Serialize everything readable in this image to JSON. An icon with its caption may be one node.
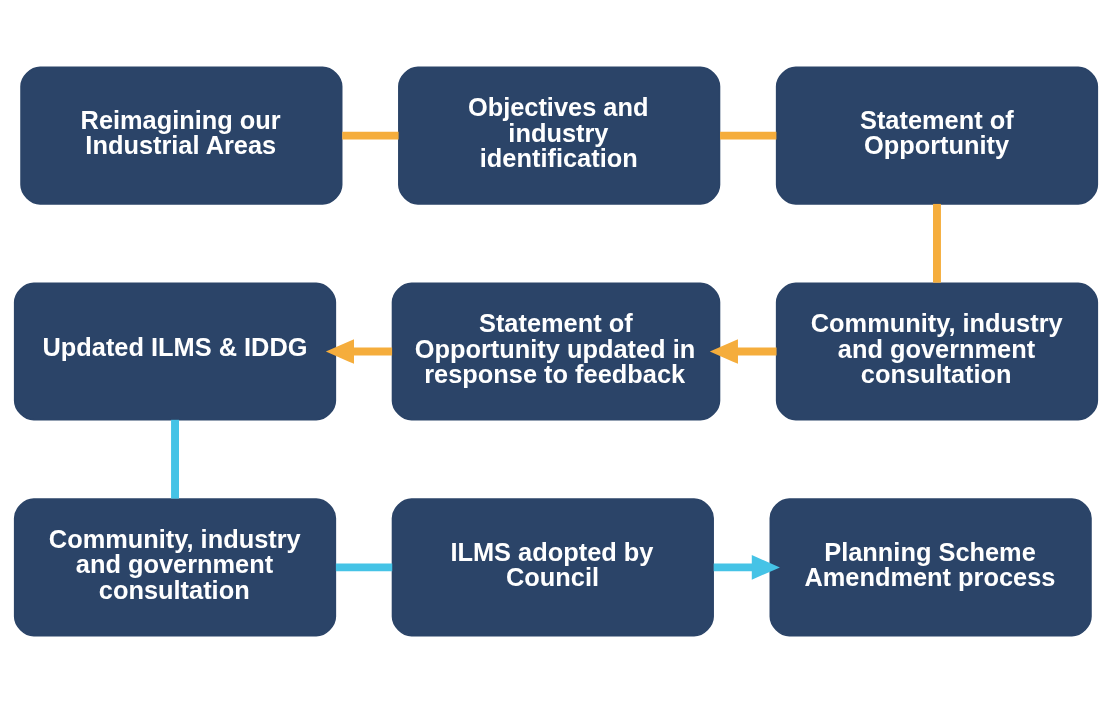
{
  "diagram": {
    "nodes": [
      {
        "text": [
          "Reimagining our Industrial Areas"
        ]
      },
      {
        "text": [
          "Objectives and industry identification"
        ]
      },
      {
        "text": [
          "Statement of Opportunity"
        ]
      },
      {
        "text": [
          "Updated ILMS & IDDG"
        ]
      },
      {
        "text": [
          "Statement of Opportunity updated in response to feedback"
        ]
      },
      {
        "text": [
          "Community, industry and government consultation"
        ]
      },
      {
        "text": [
          "Community, industry and government consultation"
        ]
      },
      {
        "text": [
          "ILMS adopted by Council"
        ]
      },
      {
        "text": [
          "Planning Scheme Amendment process"
        ]
      }
    ],
    "edges": [
      {
        "from": 0,
        "to": 1,
        "arrow": "none",
        "color": "#f5ad3c"
      },
      {
        "from": 1,
        "to": 2,
        "arrow": "none",
        "color": "#f5ad3c"
      },
      {
        "from": 2,
        "to": 5,
        "arrow": "none",
        "color": "#f5ad3c"
      },
      {
        "from": 5,
        "to": 4,
        "arrow": "to",
        "color": "#f5ad3c"
      },
      {
        "from": 4,
        "to": 3,
        "arrow": "to",
        "color": "#f5ad3c"
      },
      {
        "from": 3,
        "to": 6,
        "arrow": "none",
        "color": "#45c3e6"
      },
      {
        "from": 6,
        "to": 7,
        "arrow": "none",
        "color": "#45c3e6"
      },
      {
        "from": 7,
        "to": 8,
        "arrow": "to",
        "color": "#45c3e6"
      }
    ]
  }
}
